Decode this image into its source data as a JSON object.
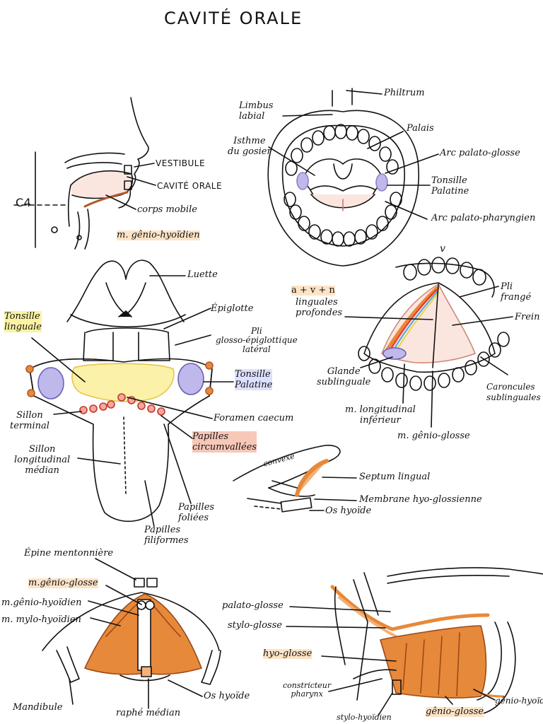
{
  "title": "CAVITÉ ORALE",
  "colors": {
    "muscle": "#e7893a",
    "muscle_light": "#f2b27a",
    "tonsil": "#bfb8ea",
    "tongue_tip": "#fbf1a8",
    "papilla": "#e75a4a",
    "highlight_orange": "#fde3c6",
    "highlight_yellow": "#fbf3a3",
    "highlight_blue": "#dde0ff"
  },
  "sagittal": {
    "vestibule": "VESTIBULE",
    "cavite_orale": "CAVITÉ ORALE",
    "corps_mobile": "corps mobile",
    "genio_hyoidien": "m. gênio-hyoïdien",
    "c4": "C4"
  },
  "mouth": {
    "philtrum": "Philtrum",
    "limbus": "Limbus\nlabial",
    "isthme": "Isthme\ndu gosier",
    "palais": "Palais",
    "arc_palato_glosse": "Arc palato-glosse",
    "tonsille_palatine": "Tonsille\nPalatine",
    "arc_palato_pharyngien": "Arc palato-pharyngien"
  },
  "tongue_dorsal": {
    "luette": "Luette",
    "epiglotte": "Épiglotte",
    "pli": "Pli\nglosso-épiglottique\nlatéral",
    "tonsille_linguale": "Tonsille\nlinguale",
    "tonsille_palatine": "Tonsille\nPalatine",
    "sillon_terminal": "Sillon\nterminal",
    "foramen": "Foramen caecum",
    "papilles_circumvallees": "Papilles\ncircumvallées",
    "sillon_median": "Sillon\nlongitudinal\nmédian",
    "papilles_foliees": "Papilles\nfoliées",
    "papilles_filiformes": "Papilles\nfiliformes"
  },
  "under_tongue": {
    "avn": "a + v + n",
    "linguales": "linguales\nprofondes",
    "pli_frange": "Pli\nfrangé",
    "frein": "Frein",
    "glande": "Glande\nsublinguale",
    "caroncules": "Caroncules\nsublinguales",
    "longitudinal": "m. longitudinal\ninférieur",
    "genio_glosse": "m. gênio-glosse",
    "v_mark": "v"
  },
  "septum": {
    "convexe": "convexe",
    "septum": "Septum lingual",
    "membrane": "Membrane hyo-glossienne",
    "os_hyoide": "Os hyoïde"
  },
  "anterior": {
    "epine": "Épine mentonnière",
    "genio_glosse": "m.gênio-glosse",
    "genio_hyoidien": "m.gênio-hyoïdien",
    "mylo_hyoidien": "m. mylo-hyoïdien",
    "mandibule": "Mandibule",
    "raphe": "raphé médian",
    "os_hyoide": "Os hyoïde"
  },
  "lateral": {
    "palato_glosse": "palato-glosse",
    "stylo_glosse": "stylo-glosse",
    "hyo_glosse": "hyo-glosse",
    "constricteur": "constricteur\npharynx",
    "stylo_hyoidien": "stylo-hyoïdien",
    "genio_glosse": "gênio-glosse",
    "genio_hyoidien": "gênio-hyoïdien"
  }
}
